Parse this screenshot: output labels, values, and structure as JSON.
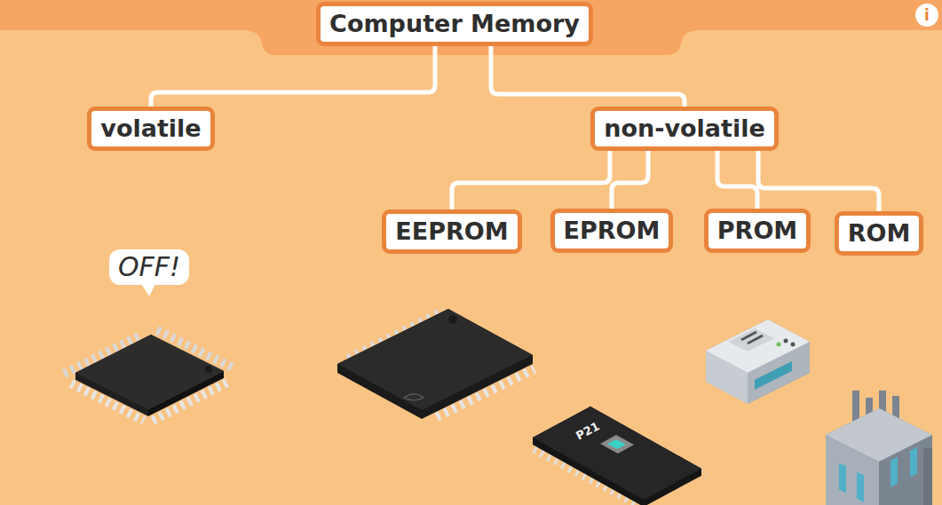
{
  "diagram": {
    "nodes": [
      {
        "text": [
          "Computer Memory"
        ]
      },
      {
        "text": [
          "i"
        ]
      },
      {
        "text": [
          "volatile"
        ]
      },
      {
        "text": [
          "non-volatile"
        ]
      },
      {
        "text": [
          "EEPROM"
        ]
      },
      {
        "text": [
          "EPROM"
        ]
      },
      {
        "text": [
          "PROM"
        ]
      },
      {
        "text": [
          "ROM"
        ]
      },
      {
        "text": [
          "OFF!"
        ]
      }
    ],
    "edges": [
      {
        "from": 0,
        "to": 2,
        "arrow": "none"
      },
      {
        "from": 0,
        "to": 3,
        "arrow": "none"
      },
      {
        "from": 3,
        "to": 4,
        "arrow": "none"
      },
      {
        "from": 3,
        "to": 5,
        "arrow": "none"
      },
      {
        "from": 3,
        "to": 6,
        "arrow": "none"
      },
      {
        "from": 3,
        "to": 7,
        "arrow": "none"
      }
    ],
    "labels": [
      "P21"
    ]
  }
}
